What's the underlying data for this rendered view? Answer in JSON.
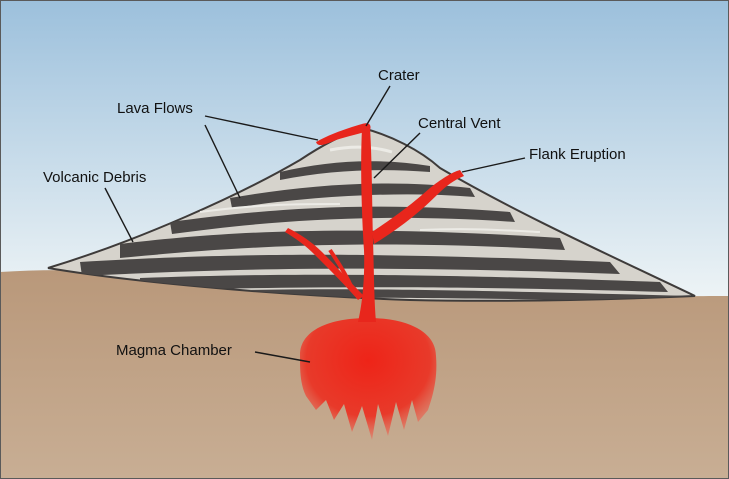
{
  "diagram": {
    "labels": {
      "crater": "Crater",
      "lava_flows": "Lava Flows",
      "central_vent": "Central Vent",
      "flank_eruption": "Flank Eruption",
      "volcanic_debris": "Volcanic Debris",
      "magma_chamber": "Magma Chamber"
    },
    "colors": {
      "sky_top": "#9cc0dc",
      "sky_bottom": "#eef4f6",
      "ground": "#c1a589",
      "ground_dark": "#a98d70",
      "volcano_light": "#d6d3cc",
      "volcano_dark": "#4a4746",
      "magma": "#e8261c"
    }
  }
}
